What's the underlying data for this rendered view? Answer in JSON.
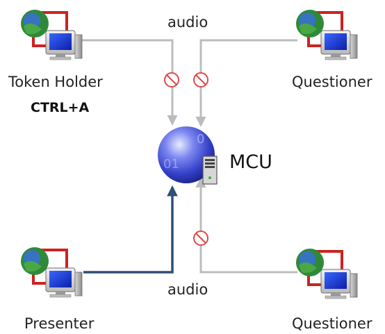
{
  "nodes": {
    "token_holder": {
      "label": "Token Holder",
      "hotkey": "CTRL+A"
    },
    "questioner_top": {
      "label": "Questioner"
    },
    "presenter": {
      "label": "Presenter"
    },
    "questioner_bottom": {
      "label": "Questioner"
    }
  },
  "mcu": {
    "label": "MCU"
  },
  "links": {
    "audio_top": "audio",
    "audio_bottom": "audio"
  },
  "colors": {
    "muted_line": "#bcbcbc",
    "active_line": "#2f4f78",
    "blocked_icon": "#e04848",
    "globe": "#3a48d0"
  },
  "icons": [
    "computer-icon",
    "globe-icon",
    "server-icon",
    "blocked-icon"
  ]
}
